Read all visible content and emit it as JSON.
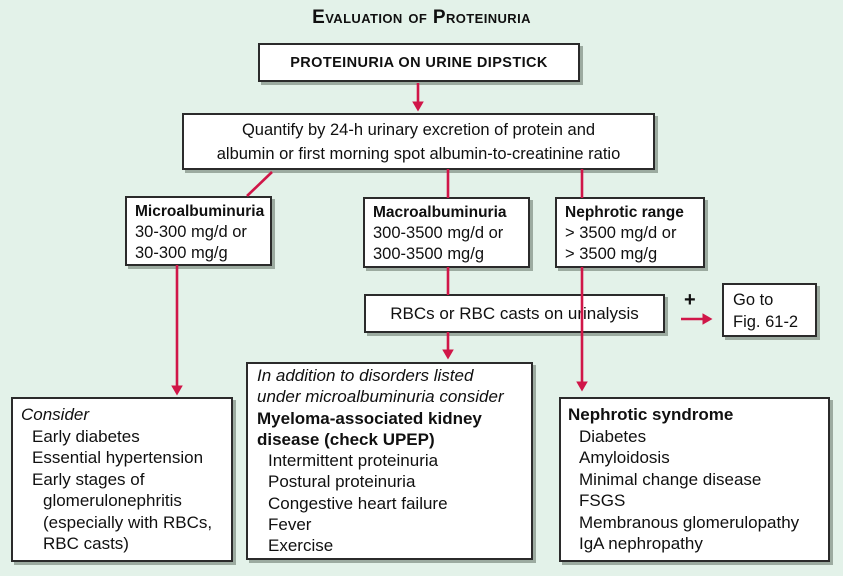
{
  "theme": {
    "background": "#e3f2e9",
    "box-fill": "#ffffff",
    "box-border": "#2b2b2b",
    "arrow": "#d01648",
    "shadow": "#9caba0",
    "text": "#101010"
  },
  "title": "Evaluation of Proteinuria",
  "nodes": {
    "dipstick": {
      "label": "PROTEINURIA ON URINE DIPSTICK"
    },
    "quantify": {
      "line1": "Quantify by 24-h urinary excretion of protein and",
      "line2": "albumin or first morning spot albumin-to-creatinine ratio"
    },
    "microalbuminuria": {
      "heading": "Microalbuminuria",
      "line1": "30-300 mg/d or",
      "line2": "30-300 mg/g"
    },
    "macroalbuminuria": {
      "heading": "Macroalbuminuria",
      "line1": "300-3500 mg/d or",
      "line2": "300-3500 mg/g"
    },
    "nephrotic_range": {
      "heading": "Nephrotic range",
      "line1": "> 3500 mg/d or",
      "line2": "> 3500 mg/g"
    },
    "rbc_urinalysis": {
      "label": "RBCs or RBC casts on urinalysis"
    },
    "plus_sign": "+",
    "goto_fig": {
      "line1": "Go to",
      "line2": "Fig. 61-2"
    },
    "consider": {
      "lines": [
        "Consider",
        "Early diabetes",
        "Essential hypertension",
        "Early stages of",
        "glomerulonephritis",
        "(especially with RBCs,",
        "RBC casts)"
      ]
    },
    "myeloma": {
      "lines": [
        "In addition to disorders listed",
        "under microalbuminuria consider",
        "Myeloma-associated kidney",
        "disease (check UPEP)",
        "Intermittent proteinuria",
        "Postural proteinuria",
        "Congestive heart failure",
        "Fever",
        "Exercise"
      ]
    },
    "nephrotic_syndrome": {
      "lines": [
        "Nephrotic syndrome",
        "Diabetes",
        "Amyloidosis",
        "Minimal change disease",
        "FSGS",
        "Membranous glomerulopathy",
        "IgA nephropathy"
      ]
    }
  }
}
